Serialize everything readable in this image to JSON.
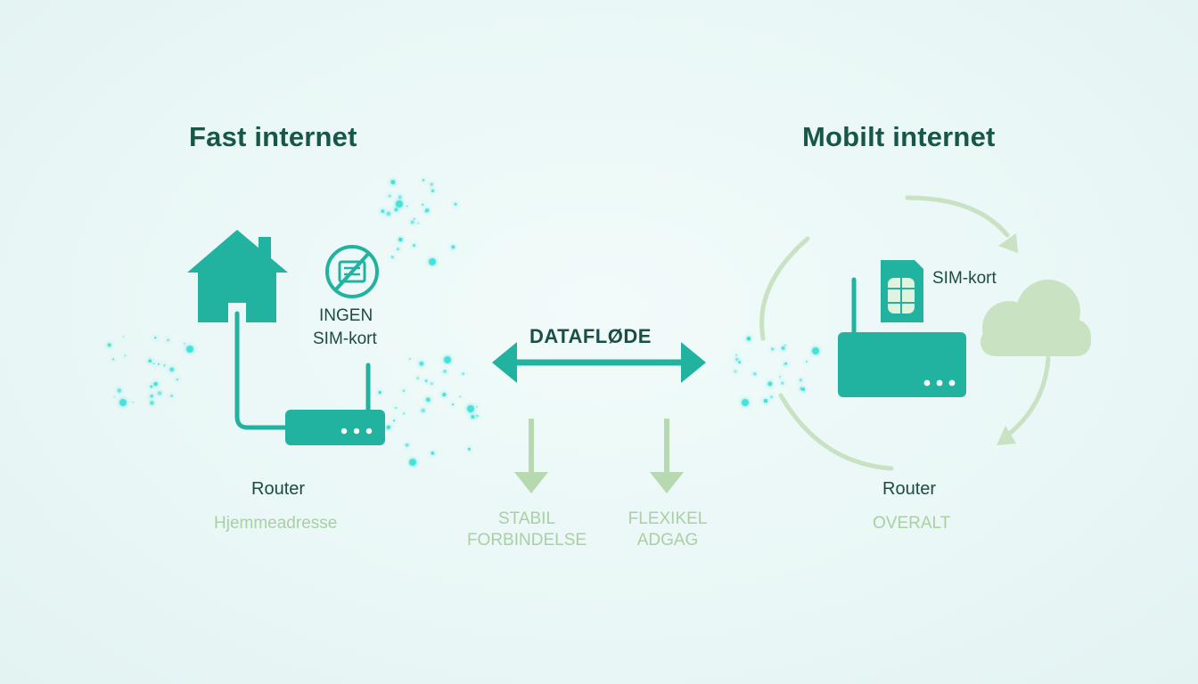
{
  "left": {
    "title": "Fast internet",
    "no_sim_line1": "INGEN",
    "no_sim_line2": "SIM-kort",
    "router_label": "Router",
    "sub_label": "Hjemmeadresse"
  },
  "center": {
    "flow_label": "DATAFLØDE",
    "benefit1_line1": "STABIL",
    "benefit1_line2": "FORBINDELSE",
    "benefit2_line1": "FLEXIKEL",
    "benefit2_line2": "ADGAG"
  },
  "right": {
    "title": "Mobilt internet",
    "sim_label": "SIM-kort",
    "router_label": "Router",
    "sub_label": "OVERALT"
  },
  "colors": {
    "teal": "#22b3a0",
    "dark_teal": "#17574a",
    "pale_green": "#b7d9b0",
    "particle": "#38e0d8"
  }
}
